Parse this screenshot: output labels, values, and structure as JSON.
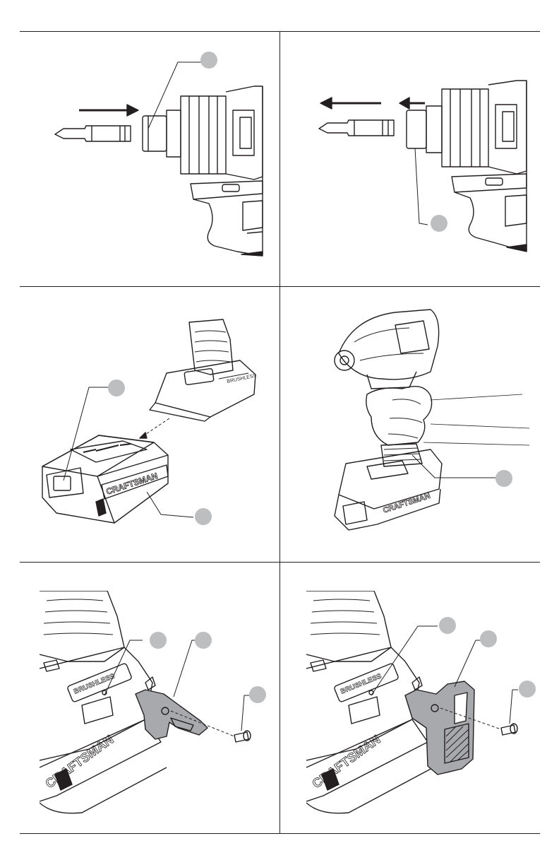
{
  "figures": [
    {
      "id": "A",
      "description_label": "",
      "callouts": [
        ""
      ]
    },
    {
      "id": "B",
      "description_label": "",
      "callouts": [
        ""
      ]
    },
    {
      "id": "C",
      "description_label": "",
      "callouts": [
        "",
        ""
      ]
    },
    {
      "id": "D",
      "description_label": "",
      "callouts": [
        ""
      ]
    },
    {
      "id": "E",
      "description_label": "",
      "callouts": [
        "",
        "",
        ""
      ]
    },
    {
      "id": "F",
      "description_label": "",
      "callouts": [
        "",
        "",
        ""
      ]
    }
  ],
  "brand_text": {
    "battery": "CRAFTSMAN",
    "tool_base": "CRAFTSMAN",
    "motor_badge": "BRUSHLESS"
  },
  "colors": {
    "line": "#231f20",
    "callout_fill": "#bcbec0",
    "part_fill": "#a7a9ac",
    "background": "#ffffff"
  }
}
